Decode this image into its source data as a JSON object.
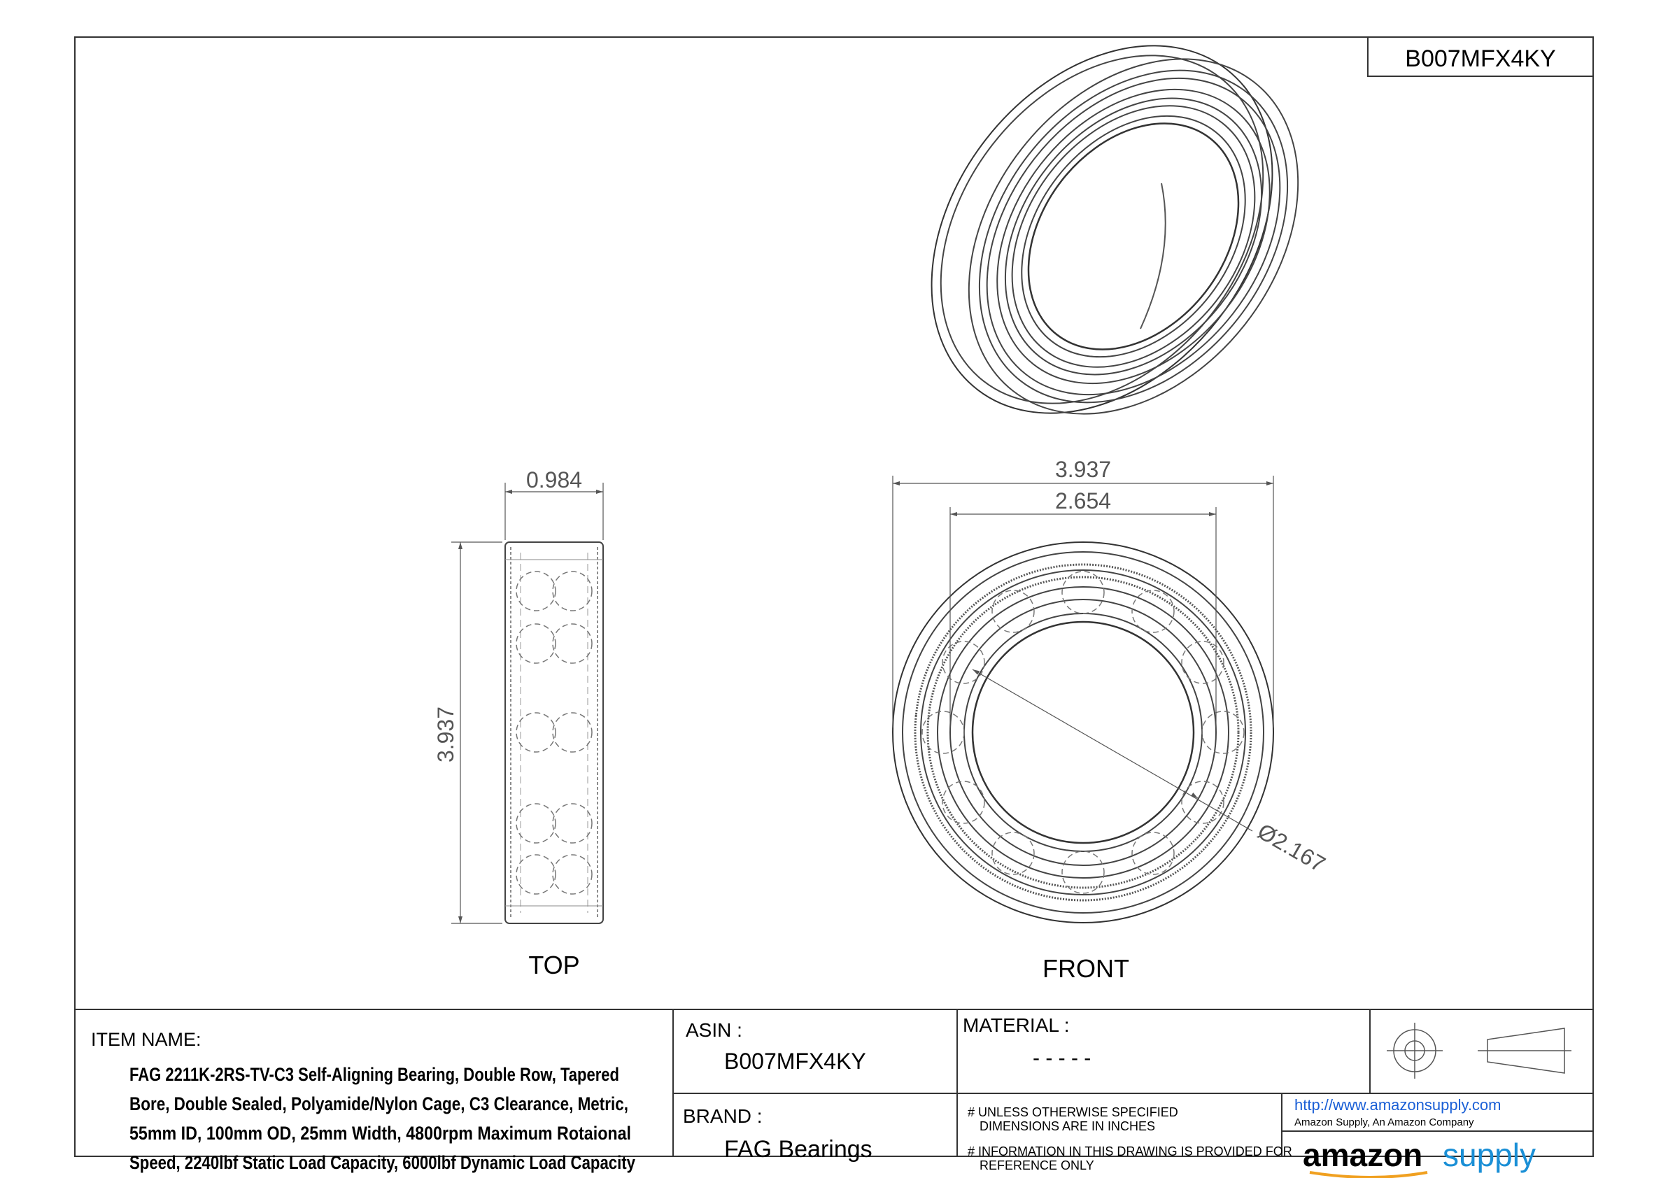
{
  "sheet": {
    "asin_corner": "B007MFX4KY"
  },
  "dimensions": {
    "top_width": "0.984",
    "top_height": "3.937",
    "front_outer": "3.937",
    "front_pitch": "2.654",
    "front_bore": "Ø2.167"
  },
  "views": {
    "top_label": "TOP",
    "front_label": "FRONT"
  },
  "title_block": {
    "item_name_label": "ITEM NAME:",
    "item_name_lines": [
      "FAG 2211K-2RS-TV-C3 Self-Aligning Bearing, Double Row, Tapered",
      "Bore, Double Sealed, Polyamide/Nylon Cage, C3 Clearance, Metric,",
      "55mm ID, 100mm OD, 25mm Width, 4800rpm Maximum Rotaional",
      "Speed, 2240lbf Static Load Capacity, 6000lbf Dynamic Load Capacity"
    ],
    "asin_label": "ASIN :",
    "asin_value": "B007MFX4KY",
    "brand_label": "BRAND :",
    "brand_value": "FAG Bearings",
    "material_label": "MATERIAL :",
    "material_value": "- - - - -",
    "note_units_1": "# UNLESS OTHERWISE SPECIFIED",
    "note_units_2": "DIMENSIONS ARE IN INCHES",
    "note_info_1": "# INFORMATION IN THIS DRAWING IS PROVIDED FOR",
    "note_info_2": "REFERENCE ONLY",
    "url": "http://www.amazonsupply.com",
    "company": "Amazon Supply, An Amazon Company",
    "logo_amazon": "amazon",
    "logo_supply": "supply",
    "logo_color": "#1a8fd6"
  }
}
